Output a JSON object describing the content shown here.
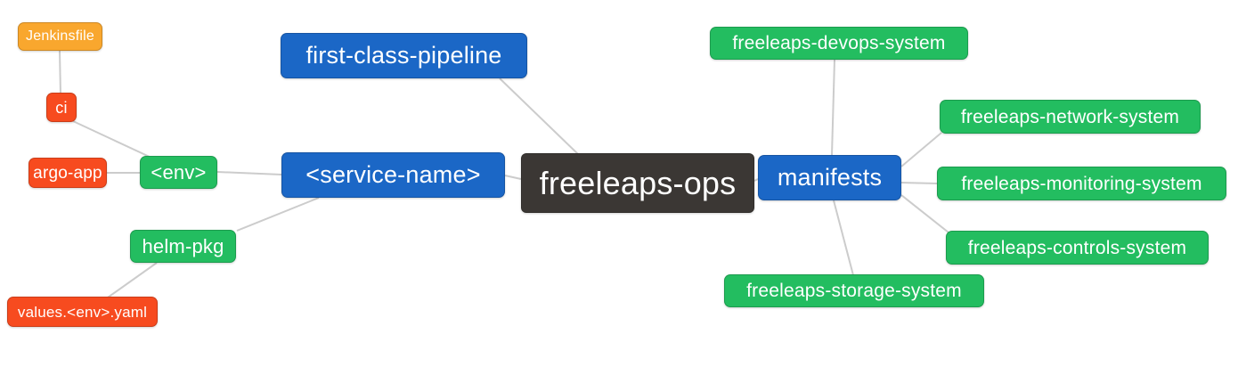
{
  "palette": {
    "root_bg": "#3B3734",
    "blue": "#1B67C6",
    "green": "#23BD60",
    "red_orange": "#F74B1F",
    "amber": "#F9A72E",
    "edge_line": "#CCCCCC",
    "node_text": "#FFFFFF",
    "canvas_bg": "#FFFFFF"
  },
  "mindmap": {
    "nodes": {
      "root": {
        "label": "freeleaps-ops",
        "color": "root_bg"
      },
      "first_class_pipeline": {
        "label": "first-class-pipeline",
        "color": "blue"
      },
      "service_name": {
        "label": "<service-name>",
        "color": "blue"
      },
      "manifests": {
        "label": "manifests",
        "color": "blue"
      },
      "env": {
        "label": "<env>",
        "color": "green"
      },
      "helm_pkg": {
        "label": "helm-pkg",
        "color": "green"
      },
      "ci": {
        "label": "ci",
        "color": "red_orange"
      },
      "argo_app": {
        "label": "argo-app",
        "color": "red_orange"
      },
      "jenkinsfile": {
        "label": "Jenkinsfile",
        "color": "amber"
      },
      "values_env_yaml": {
        "label": "values.<env>.yaml",
        "color": "red_orange"
      },
      "devops_system": {
        "label": "freeleaps-devops-system",
        "color": "green"
      },
      "network_system": {
        "label": "freeleaps-network-system",
        "color": "green"
      },
      "monitoring_system": {
        "label": "freeleaps-monitoring-system",
        "color": "green"
      },
      "controls_system": {
        "label": "freeleaps-controls-system",
        "color": "green"
      },
      "storage_system": {
        "label": "freeleaps-storage-system",
        "color": "green"
      }
    },
    "edges": [
      [
        "root",
        "first_class_pipeline"
      ],
      [
        "root",
        "service_name"
      ],
      [
        "root",
        "manifests"
      ],
      [
        "service_name",
        "env"
      ],
      [
        "service_name",
        "helm_pkg"
      ],
      [
        "env",
        "ci"
      ],
      [
        "env",
        "argo_app"
      ],
      [
        "ci",
        "jenkinsfile"
      ],
      [
        "helm_pkg",
        "values_env_yaml"
      ],
      [
        "manifests",
        "devops_system"
      ],
      [
        "manifests",
        "network_system"
      ],
      [
        "manifests",
        "monitoring_system"
      ],
      [
        "manifests",
        "controls_system"
      ],
      [
        "manifests",
        "storage_system"
      ]
    ]
  }
}
